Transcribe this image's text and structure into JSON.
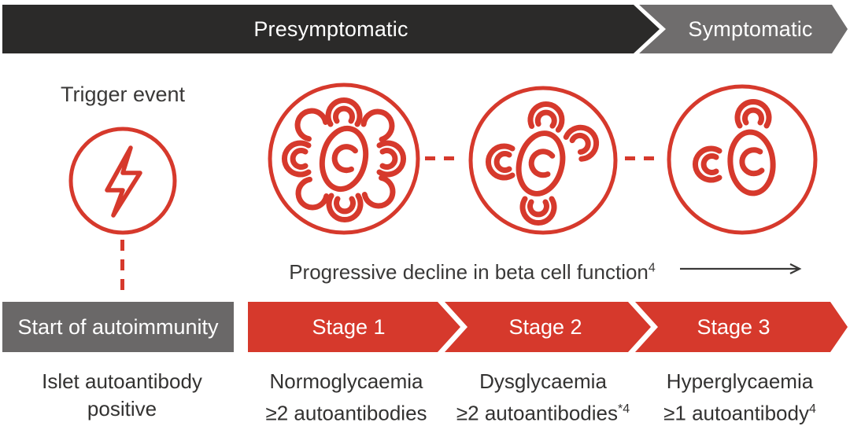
{
  "phase_banner": {
    "presymptomatic": "Presymptomatic",
    "symptomatic": "Symptomatic"
  },
  "trigger": {
    "label": "Trigger event"
  },
  "decline": {
    "text": "Progressive decline in beta cell function",
    "superscript": "4"
  },
  "timeline": {
    "start": {
      "banner": "Start of autoimmunity",
      "caption_line1": "Islet autoantibody",
      "caption_line2": "positive"
    },
    "stages": [
      {
        "label": "Stage 1",
        "caption_line1": "Normoglycaemia",
        "caption_line2": "≥2 autoantibodies",
        "caption_sup": ""
      },
      {
        "label": "Stage 2",
        "caption_line1": "Dysglycaemia",
        "caption_line2": "≥2 autoantibodies",
        "caption_sup": "*4"
      },
      {
        "label": "Stage 3",
        "caption_line1": "Hyperglycaemia",
        "caption_line2": "≥1 autoantibody",
        "caption_sup": "4"
      }
    ]
  },
  "icons": {
    "trigger": "lightning-icon",
    "stage1": "beta-cells-many-icon",
    "stage2": "beta-cells-fewer-icon",
    "stage3": "beta-cells-few-icon",
    "decline": "arrow-right-icon"
  },
  "colors": {
    "red": "#d6392c",
    "dark_banner": "#2b2a29",
    "symptomatic_gray": "#6f6d6d",
    "autoimmunity_gray": "#6a6868",
    "text": "#3a3938",
    "white": "#ffffff"
  }
}
